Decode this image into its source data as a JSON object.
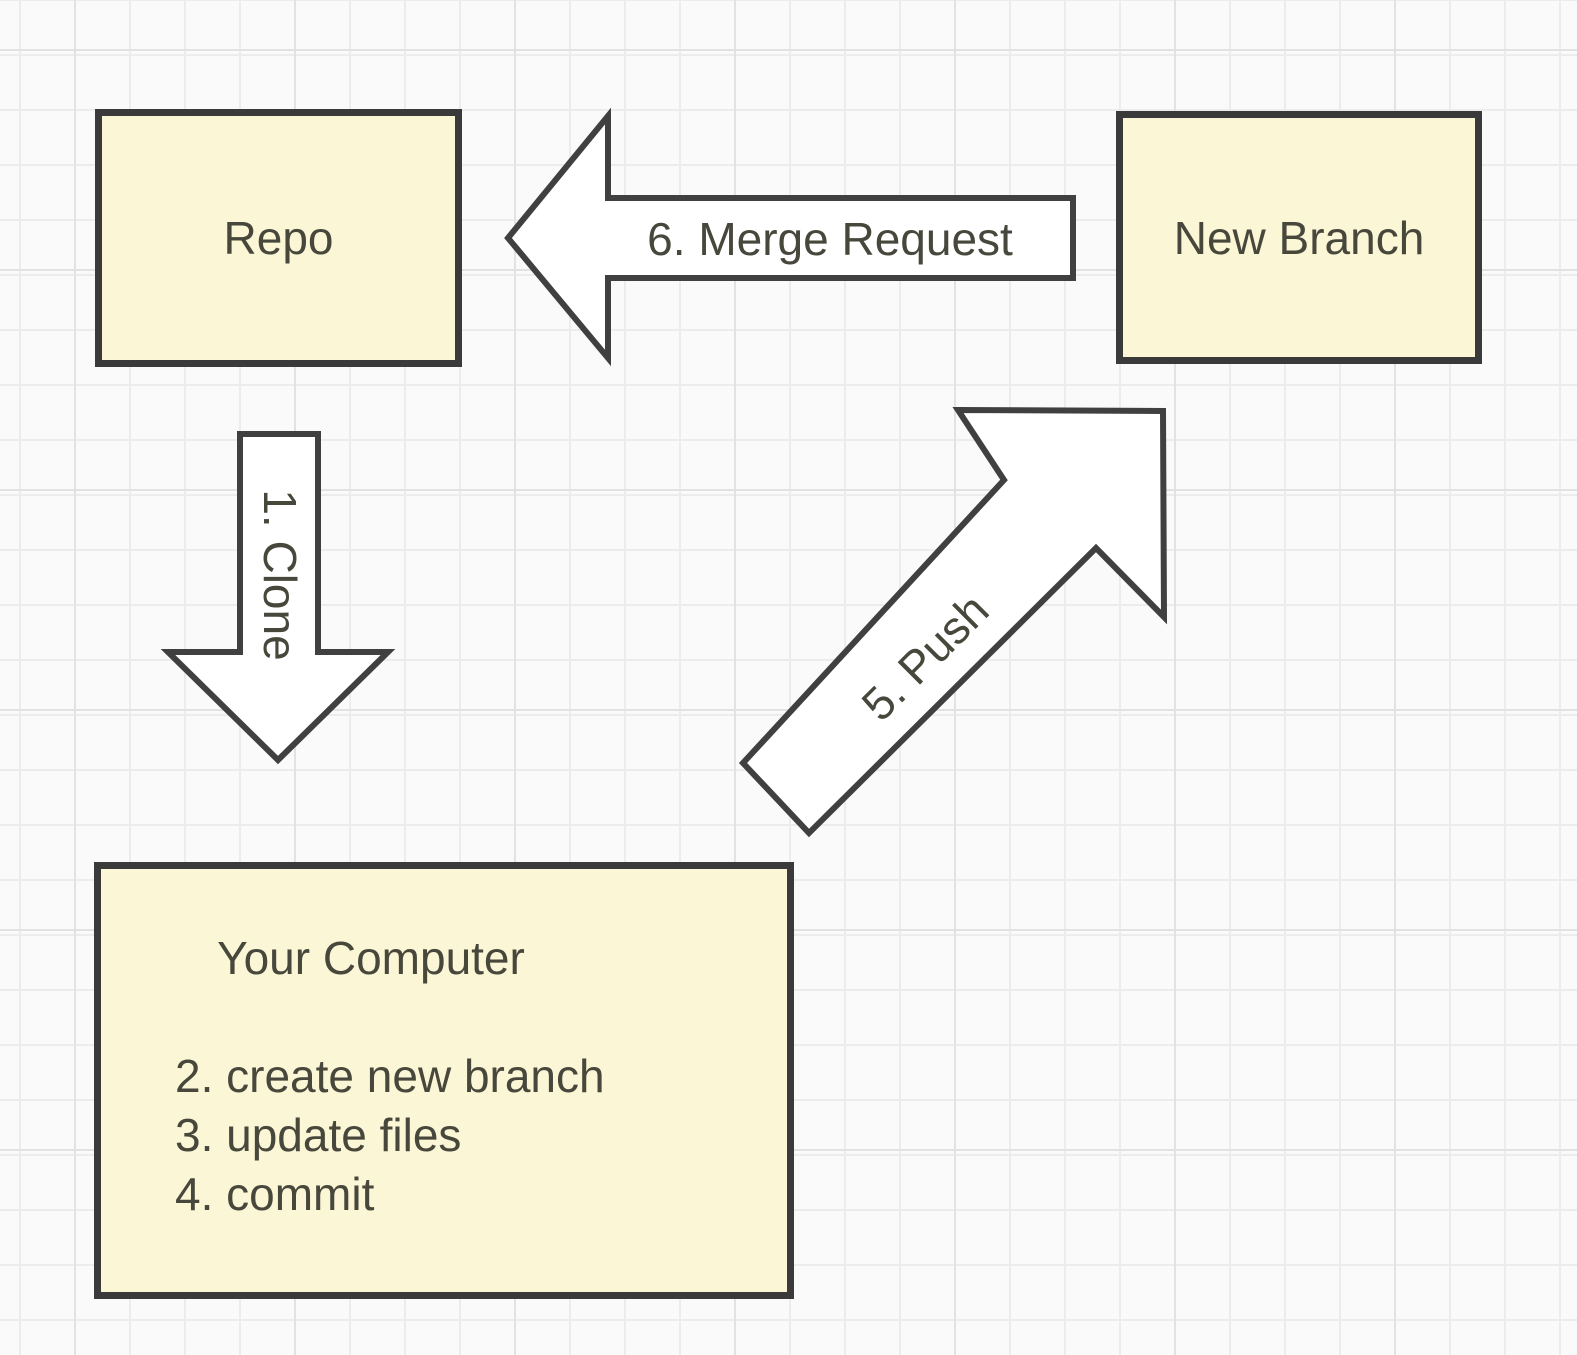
{
  "style": {
    "node_fill": "#fbf6d5",
    "node_border": "#3a3a3a",
    "arrow_fill": "#ffffff",
    "arrow_border": "#404040",
    "text_color": "#47473c",
    "background": "#fafafa",
    "grid_minor": "#ececec",
    "grid_major": "#e2e2e2"
  },
  "nodes": {
    "repo": {
      "label": "Repo"
    },
    "new_branch": {
      "label": "New Branch"
    },
    "your_computer": {
      "title": "Your Computer",
      "steps": [
        "2. create new branch",
        "3. update files",
        "4. commit"
      ]
    }
  },
  "arrows": {
    "clone": {
      "label": "1. Clone",
      "from": "Repo",
      "to": "Your Computer",
      "direction": "down"
    },
    "push": {
      "label": "5. Push",
      "from": "Your Computer",
      "to": "New Branch",
      "direction": "up-right"
    },
    "merge_request": {
      "label": "6. Merge Request",
      "from": "New Branch",
      "to": "Repo",
      "direction": "left"
    }
  }
}
